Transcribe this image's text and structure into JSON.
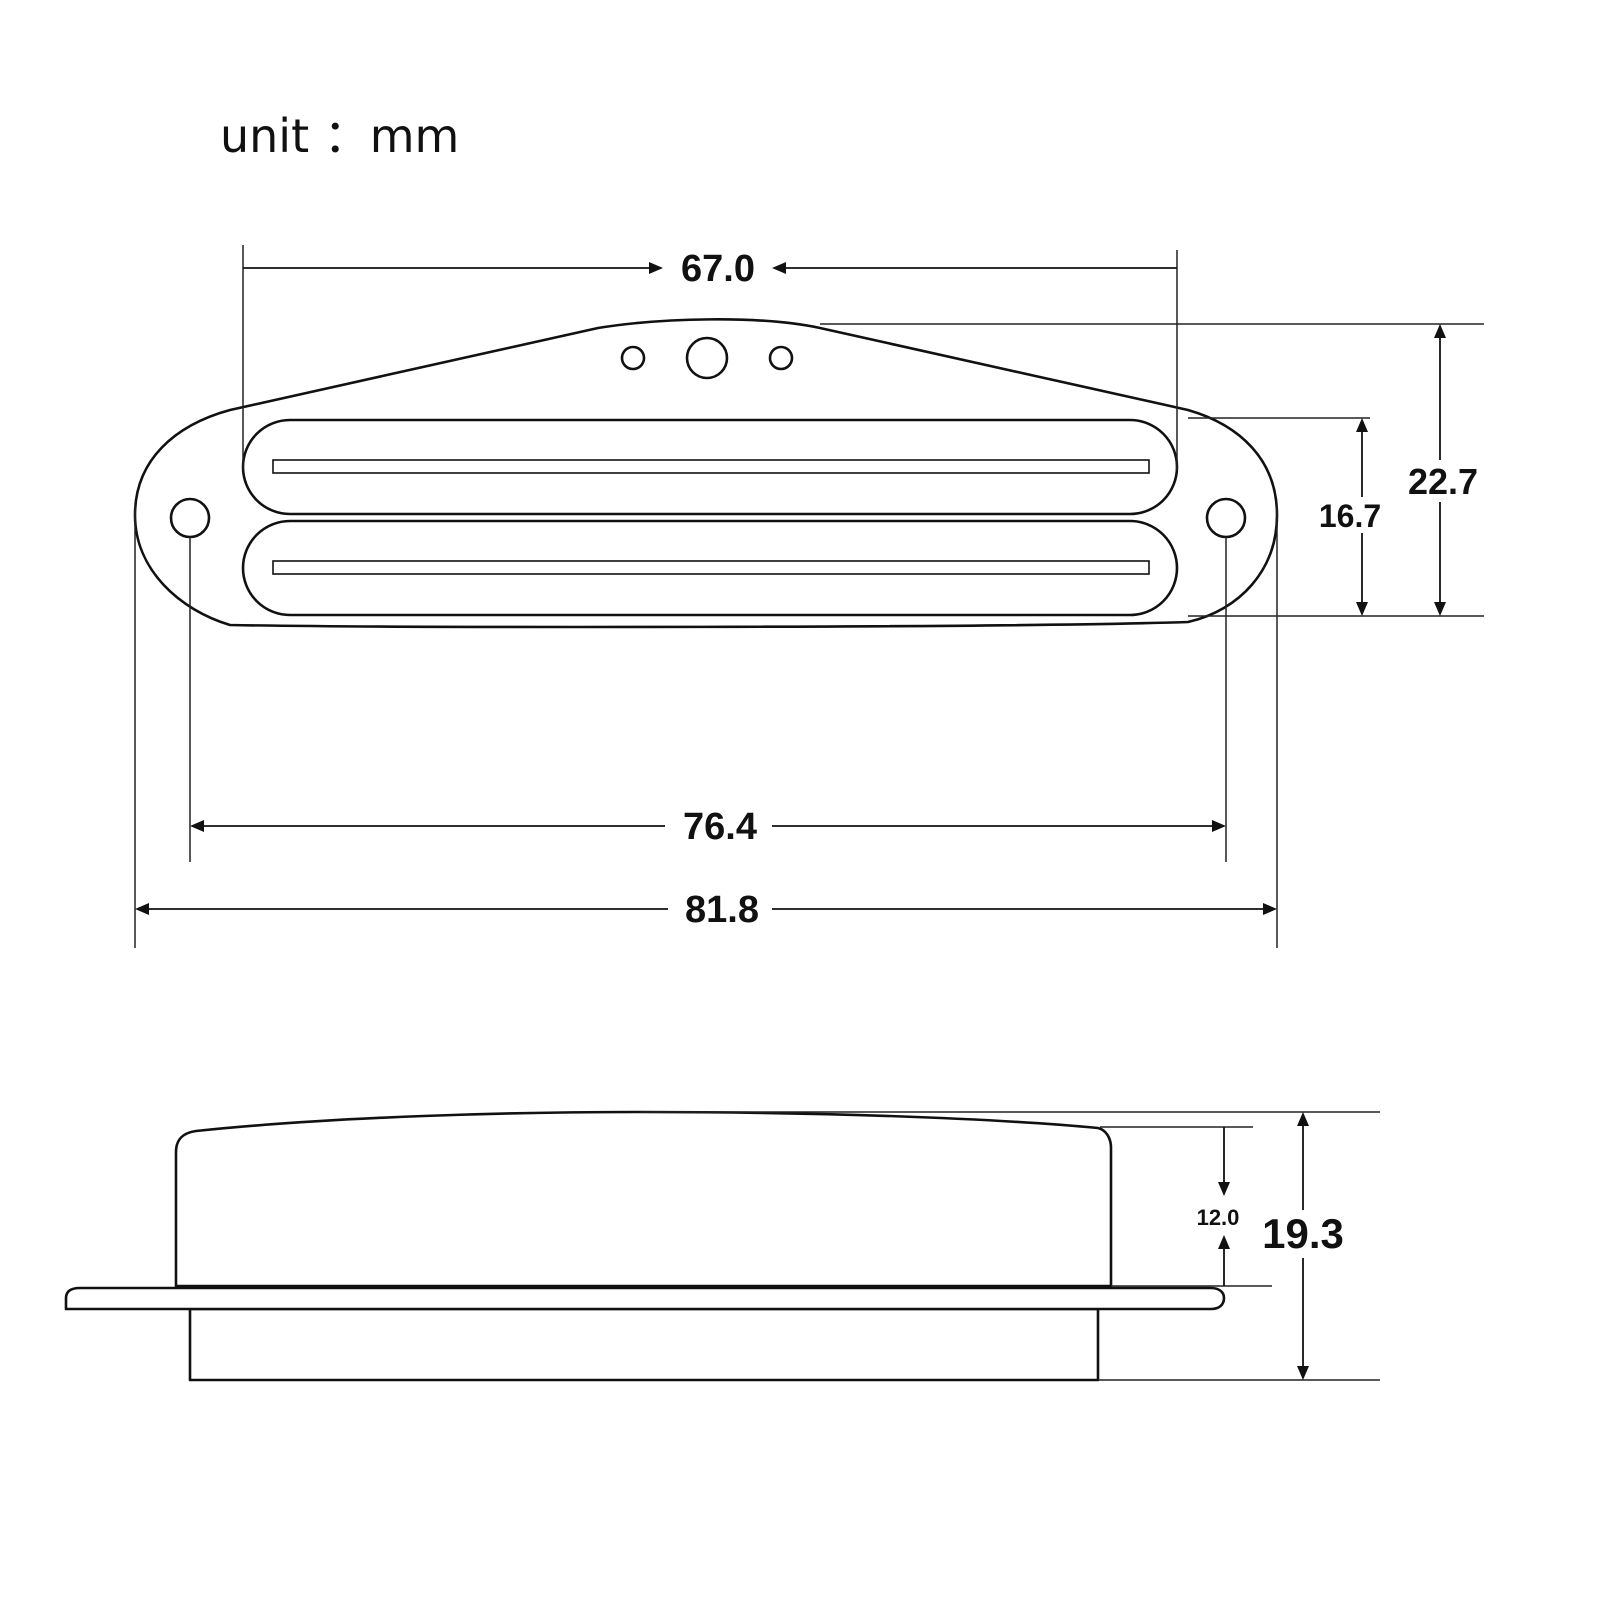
{
  "unit_label": "unit ：mm",
  "top_view": {
    "dimensions": {
      "coil_span": "67.0",
      "total_height": "22.7",
      "coil_height": "16.7",
      "mount_hole_spacing": "76.4",
      "overall_length": "81.8"
    }
  },
  "side_view": {
    "dimensions": {
      "cover_height": "12.0",
      "total_height": "19.3"
    }
  },
  "colors": {
    "line": "#111111",
    "background": "#ffffff"
  }
}
